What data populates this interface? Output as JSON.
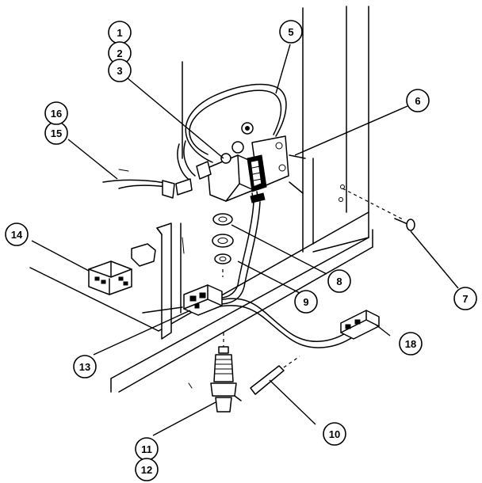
{
  "callouts": [
    {
      "id": "1",
      "label": "1"
    },
    {
      "id": "2",
      "label": "2"
    },
    {
      "id": "3",
      "label": "3"
    },
    {
      "id": "5",
      "label": "5"
    },
    {
      "id": "6",
      "label": "6"
    },
    {
      "id": "7",
      "label": "7"
    },
    {
      "id": "8",
      "label": "8"
    },
    {
      "id": "9",
      "label": "9"
    },
    {
      "id": "10",
      "label": "10"
    },
    {
      "id": "11",
      "label": "11"
    },
    {
      "id": "12",
      "label": "12"
    },
    {
      "id": "13",
      "label": "13"
    },
    {
      "id": "14",
      "label": "14"
    },
    {
      "id": "15",
      "label": "15"
    },
    {
      "id": "16",
      "label": "16"
    },
    {
      "id": "18",
      "label": "18"
    }
  ]
}
